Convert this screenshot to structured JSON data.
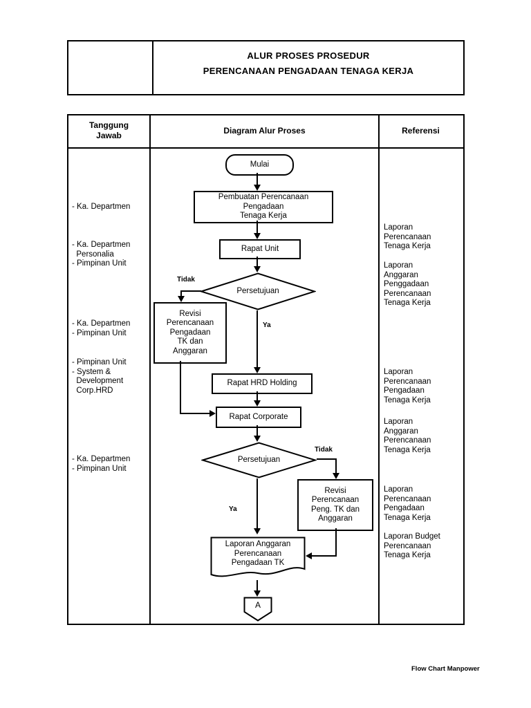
{
  "title_block": {
    "line1": "ALUR PROSES PROSEDUR",
    "line2": "PERENCANAAN PENGADAAN TENAGA KERJA"
  },
  "table": {
    "headers": {
      "responsibility": "Tanggung\nJawab",
      "diagram": "Diagram Alur Proses",
      "reference": "Referensi"
    }
  },
  "responsibilities": [
    {
      "text": "- Ka. Departmen"
    },
    {
      "text": "- Ka. Departmen\n  Personalia\n- Pimpinan Unit"
    },
    {
      "text": "- Ka. Departmen\n- Pimpinan Unit"
    },
    {
      "text": "- Pimpinan Unit\n- System &\n  Development\n  Corp.HRD"
    },
    {
      "text": "- Ka. Departmen\n- Pimpinan Unit"
    }
  ],
  "references": [
    {
      "text": "Laporan\nPerencanaan\nTenaga Kerja"
    },
    {
      "text": "Laporan\nAnggaran\nPenggadaan\nPerencanaan\nTenaga Kerja"
    },
    {
      "text": "Laporan\nPerencanaan\nPengadaan\nTenaga Kerja"
    },
    {
      "text": "Laporan\nAnggaran\nPerencanaan\nTenaga Kerja"
    },
    {
      "text": "Laporan\nPerencanaan\nPengadaan\nTenaga Kerja"
    },
    {
      "text": "Laporan Budget\nPerencanaan\nTenaga Kerja"
    }
  ],
  "flow": {
    "start": "Mulai",
    "create_plan": "Pembuatan Perencanaan\nPengadaan\nTenaga Kerja",
    "rapat_unit": "Rapat Unit",
    "decision1": "Persetujuan",
    "revisi1": "Revisi\nPerencanaan\nPengadaan\nTK dan\nAnggaran",
    "rapat_hrd": "Rapat HRD Holding",
    "rapat_corporate": "Rapat Corporate",
    "decision2": "Persetujuan",
    "revisi2": "Revisi\nPerencanaan\nPeng. TK dan\nAnggaran",
    "laporan_doc": "Laporan Anggaran\nPerencanaan\nPengadaan TK",
    "connector_a": "A",
    "branch_labels": {
      "decision1_no": "Tidak",
      "decision1_yes": "Ya",
      "decision2_no": "Tidak",
      "decision2_yes": "Ya"
    }
  },
  "footer": {
    "caption": "Flow Chart Manpower"
  },
  "colors": {
    "ink": "#000000",
    "paper": "#ffffff"
  }
}
